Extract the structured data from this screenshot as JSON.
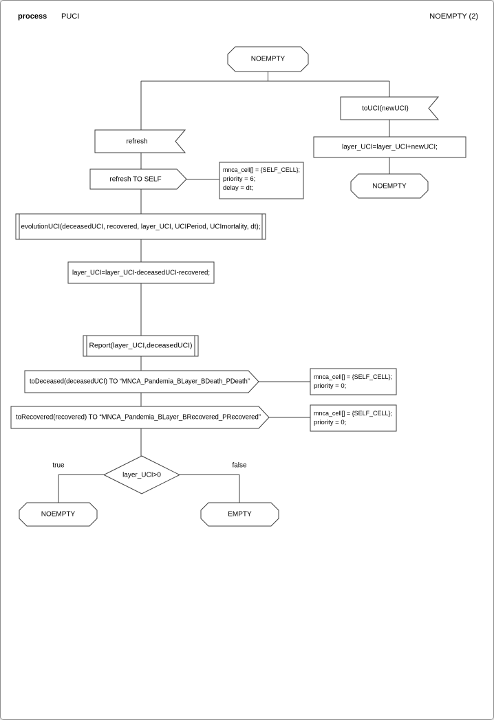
{
  "header": {
    "process_label": "process",
    "process_name": "PUCI",
    "page_title": "NOEMPTY (2)"
  },
  "diagram": {
    "state_top": "NOEMPTY",
    "right_branch": {
      "input": "toUCI(newUCI)",
      "assign": "layer_UCI=layer_UCI+newUCI;",
      "state": "NOEMPTY"
    },
    "main_branch": {
      "input_refresh": "refresh",
      "output_refresh": "refresh TO SELF",
      "note_refresh": {
        "line1": "mnca_cell[] = {SELF_CELL};",
        "line2": "priority = 6;",
        "line3": "delay = dt;"
      },
      "proc_evolution": "evolutionUCI(deceasedUCI, recovered, layer_UCI, UCIPeriod, UCImortality, dt);",
      "assign_layer": "layer_UCI=layer_UCI-deceasedUCI-recovered;",
      "proc_report": "Report(layer_UCI,deceasedUCI)",
      "output_deceased": "toDeceased(deceasedUCI) TO “MNCA_Pandemia_BLayer_BDeath_PDeath”",
      "note_deceased": {
        "line1": "mnca_cell[] = {SELF_CELL};",
        "line2": "priority = 0;"
      },
      "output_recovered": "toRecovered(recovered) TO “MNCA_Pandemia_BLayer_BRecovered_PRecovered”",
      "note_recovered": {
        "line1": "mnca_cell[] = {SELF_CELL};",
        "line2": "priority = 0;"
      },
      "decision": "layer_UCI>0",
      "label_true": "true",
      "label_false": "false",
      "state_true": "NOEMPTY",
      "state_false": "EMPTY"
    }
  }
}
